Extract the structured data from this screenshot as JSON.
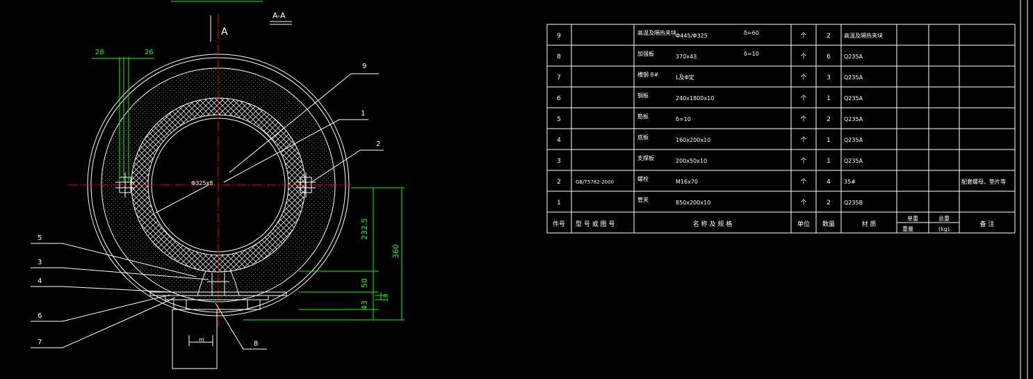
{
  "section": {
    "cut_letter": "A",
    "view_label": "A-A"
  },
  "dims": {
    "d28": "28",
    "d26": "26",
    "d232": "232.5",
    "d360": "360",
    "d50": "50",
    "d43": "43",
    "d10": "10",
    "pipe": "Φ325x8",
    "m": "m"
  },
  "callouts": [
    "9",
    "1",
    "2",
    "5",
    "3",
    "4",
    "6",
    "7",
    "8"
  ],
  "bom": {
    "rows": [
      {
        "no": "9",
        "std": "",
        "name": "高温及隔热夹块",
        "spec": "Φ445/Φ325",
        "extra": "δ=60",
        "unit": "个",
        "qty": "2",
        "mat": "高温及隔热夹块",
        "w1": "",
        "w2": "",
        "note": ""
      },
      {
        "no": "8",
        "std": "",
        "name": "加强板",
        "spec": "370x43",
        "extra": "δ=10",
        "unit": "个",
        "qty": "6",
        "mat": "Q235A",
        "w1": "",
        "w2": "",
        "note": ""
      },
      {
        "no": "7",
        "std": "",
        "name": "槽钢 8#",
        "spec": "L及Φ定",
        "extra": "",
        "unit": "个",
        "qty": "3",
        "mat": "Q235A",
        "w1": "",
        "w2": "",
        "note": ""
      },
      {
        "no": "6",
        "std": "",
        "name": "钢板",
        "spec": "240x1800x10",
        "extra": "",
        "unit": "个",
        "qty": "1",
        "mat": "Q235A",
        "w1": "",
        "w2": "",
        "note": ""
      },
      {
        "no": "5",
        "std": "",
        "name": "筋板",
        "spec": "δ=10",
        "extra": "",
        "unit": "个",
        "qty": "2",
        "mat": "Q235A",
        "w1": "",
        "w2": "",
        "note": ""
      },
      {
        "no": "4",
        "std": "",
        "name": "底板",
        "spec": "160x200x10",
        "extra": "",
        "unit": "个",
        "qty": "1",
        "mat": "Q235A",
        "w1": "",
        "w2": "",
        "note": ""
      },
      {
        "no": "3",
        "std": "",
        "name": "支撑板",
        "spec": "200x50x10",
        "extra": "",
        "unit": "个",
        "qty": "1",
        "mat": "Q235A",
        "w1": "",
        "w2": "",
        "note": ""
      },
      {
        "no": "2",
        "std": "GB/T5782-2000",
        "name": "螺栓",
        "spec": "M16x70",
        "extra": "",
        "unit": "个",
        "qty": "4",
        "mat": "35#",
        "w1": "",
        "w2": "",
        "note": "配套螺母、垫片等"
      },
      {
        "no": "1",
        "std": "",
        "name": "管夹",
        "spec": "850x200x10",
        "extra": "",
        "unit": "个",
        "qty": "2",
        "mat": "Q235B",
        "w1": "",
        "w2": "",
        "note": ""
      }
    ],
    "header": {
      "no": "件号",
      "std": "型 号 或 图 号",
      "name": "名 称 及 规 格",
      "unit": "单位",
      "qty": "数量",
      "mat": "材  质",
      "w_single": "单重",
      "w_total": "总重",
      "w_label": "重量",
      "w_unit": "(kg)",
      "note": "备  注"
    }
  }
}
